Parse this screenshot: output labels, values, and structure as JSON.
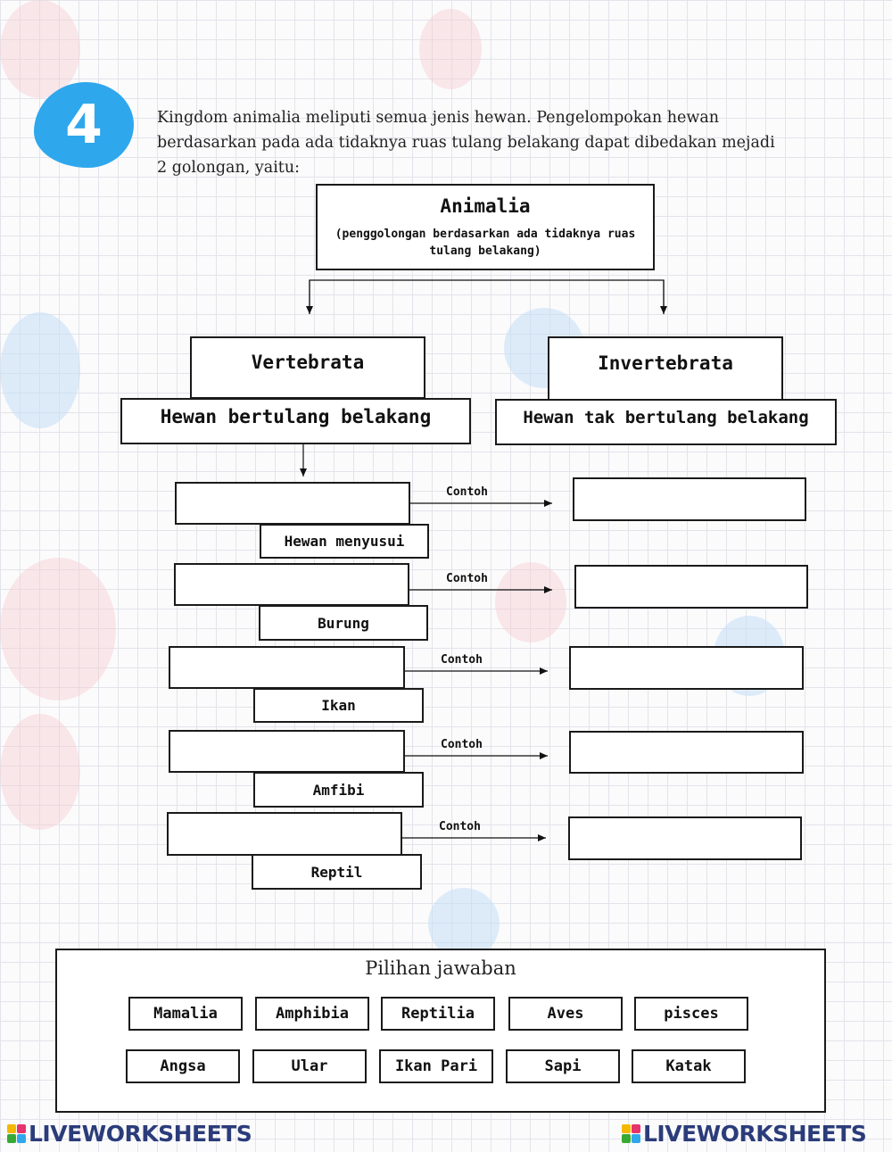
{
  "badge": {
    "number": "4"
  },
  "intro_text": "Kingdom animalia meliputi semua jenis hewan. Pengelompokan hewan berdasarkan pada ada tidaknya ruas tulang belakang dapat dibedakan mejadi 2 golongan, yaitu:",
  "root": {
    "title": "Animalia",
    "subtitle": "(penggolongan berdasarkan ada tidaknya ruas tulang belakang)"
  },
  "vertebrata": {
    "title": "Vertebrata",
    "description": "Hewan bertulang belakang"
  },
  "invertebrata": {
    "title": "Invertebrata",
    "description": "Hewan tak bertulang belakang"
  },
  "example_label": "Contoh",
  "rows": [
    {
      "label": "Hewan menyusui",
      "answer": "",
      "example": ""
    },
    {
      "label": "Burung",
      "answer": "",
      "example": ""
    },
    {
      "label": "Ikan",
      "answer": "",
      "example": ""
    },
    {
      "label": "Amfibi",
      "answer": "",
      "example": ""
    },
    {
      "label": "Reptil",
      "answer": "",
      "example": ""
    }
  ],
  "answers": {
    "title": "Pilihan jawaban",
    "row1": [
      "Mamalia",
      "Amphibia",
      "Reptilia",
      "Aves",
      "pisces"
    ],
    "row2": [
      "Angsa",
      "Ular",
      "Ikan Pari",
      "Sapi",
      "Katak"
    ]
  },
  "brand": {
    "text": "LIVEWORKSHEETS",
    "colors": [
      "#f5b800",
      "#e6336e",
      "#39a935",
      "#2fa7ec"
    ]
  }
}
